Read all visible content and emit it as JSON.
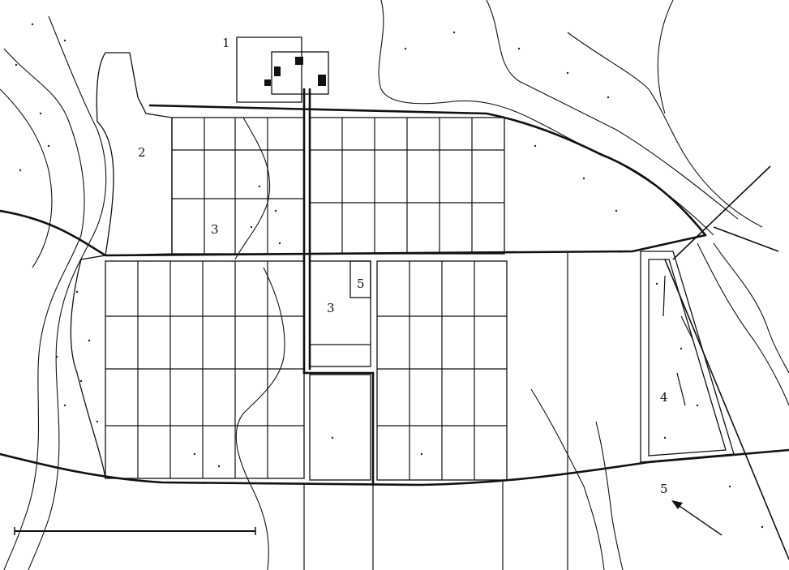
{
  "map": {
    "labels": [
      {
        "id": "label-1",
        "text": "1"
      },
      {
        "id": "label-2",
        "text": "2"
      },
      {
        "id": "label-3a",
        "text": "3"
      },
      {
        "id": "label-3b",
        "text": "3"
      },
      {
        "id": "label-4",
        "text": "4"
      },
      {
        "id": "label-5",
        "text": "5"
      },
      {
        "id": "label-5b",
        "text": "5"
      }
    ],
    "icons": [
      "north-arrow-icon",
      "scale-bar"
    ],
    "colors": {
      "ink": "#111111",
      "paper": "#ffffff"
    }
  }
}
